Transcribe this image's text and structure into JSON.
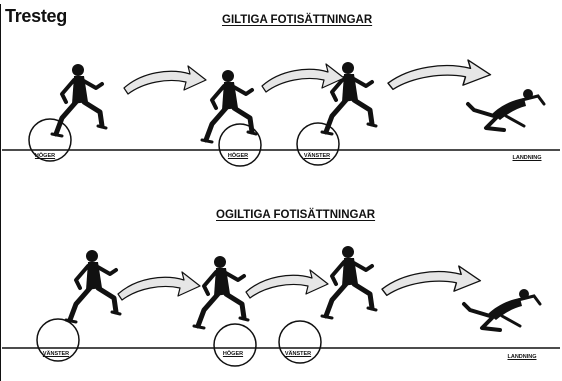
{
  "title": "Tresteg",
  "valid": {
    "heading": "GILTIGA FOTISÄTTNINGAR",
    "steps": [
      "HÖGER",
      "HÖGER",
      "VÄNSTER"
    ],
    "landing": "LANDNING"
  },
  "invalid": {
    "heading": "OGILTIGA FOTISÄTTNINGAR",
    "steps": [
      "VÄNSTER",
      "HÖGER",
      "VÄNSTER"
    ],
    "landing": "LANDNING"
  },
  "colors": {
    "ink": "#111111",
    "arrow_fill": "#e6e6e6",
    "paper": "#ffffff"
  },
  "icons": [
    "runner-figure",
    "curved-arrow-icon",
    "foot-circle",
    "landing-figure"
  ]
}
